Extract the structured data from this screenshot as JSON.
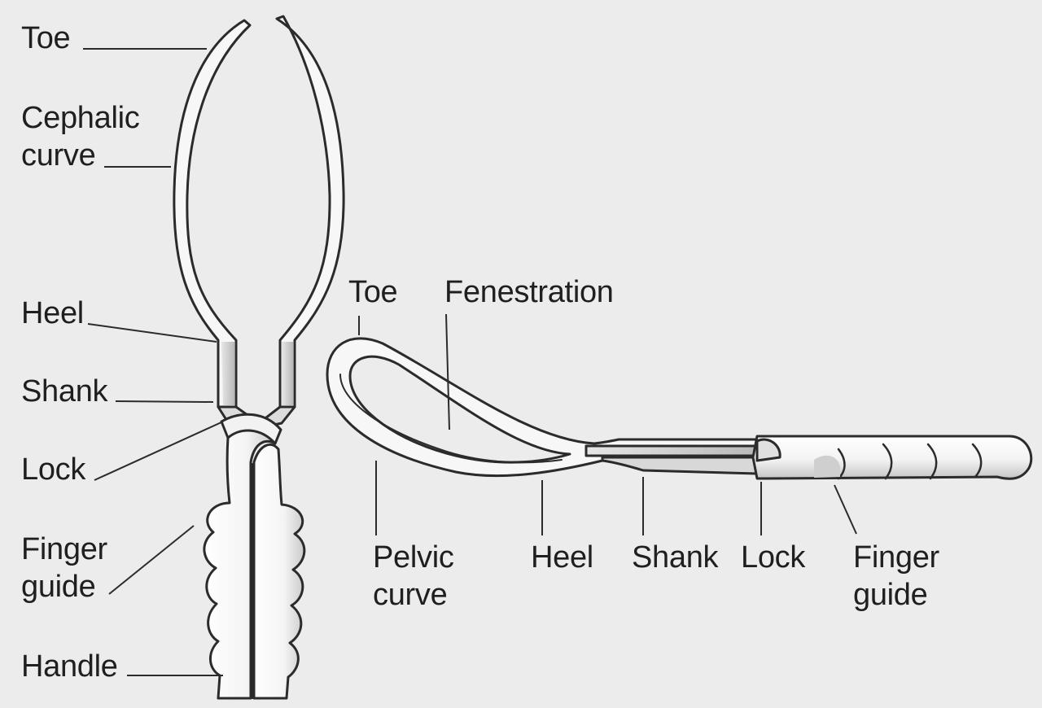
{
  "colors": {
    "background": "#ececec",
    "outline": "#2b2b2b",
    "metal": "#f7f7f7",
    "shade": "#c6c6c6",
    "text": "#1f1f1f"
  },
  "front_view": {
    "labels": {
      "toe": "Toe",
      "cephalic_curve": "Cephalic\ncurve",
      "heel": "Heel",
      "shank": "Shank",
      "lock": "Lock",
      "finger_guide": "Finger\nguide",
      "handle": "Handle"
    }
  },
  "side_view": {
    "labels": {
      "toe": "Toe",
      "fenestration": "Fenestration",
      "pelvic_curve": "Pelvic\ncurve",
      "heel": "Heel",
      "shank": "Shank",
      "lock": "Lock",
      "finger_guide": "Finger\nguide"
    }
  }
}
